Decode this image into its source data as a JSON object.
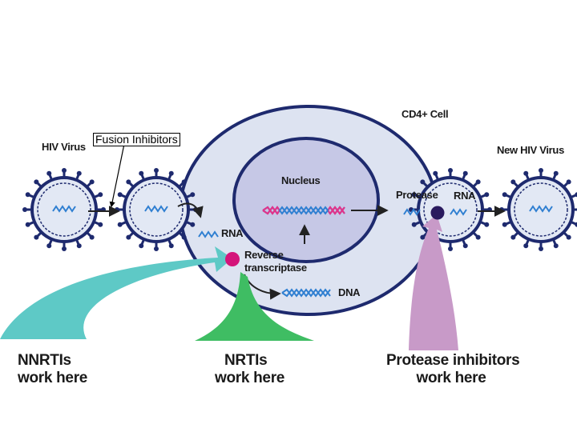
{
  "labels": {
    "hiv_virus": "HIV Virus",
    "fusion_inhibitors": "Fusion Inhibitors",
    "cd4_cell": "CD4+ Cell",
    "new_hiv_virus": "New HIV Virus",
    "nucleus": "Nucleus",
    "protease": "Protease",
    "rna_right": "RNA",
    "rna_left": "RNA",
    "reverse": "Reverse",
    "transcriptase": "transcriptase",
    "dna": "DNA",
    "nnrtis_line1": "NNRTIs",
    "nnrtis_line2": "work here",
    "nrtis_line1": "NRTIs",
    "nrtis_line2": "work here",
    "protease_inh_line1": "Protease inhibitors",
    "protease_inh_line2": "work here"
  },
  "colors": {
    "cell_fill": "#dde3f1",
    "cell_stroke": "#1e2a6e",
    "nucleus_fill": "#c6c8e6",
    "virus_fill": "#e2e8f4",
    "nnrti_arrow": "#5ec9c6",
    "nrti_arrow": "#3fbd63",
    "protease_arrow": "#c89ac8",
    "rt_dot": "#d4147a",
    "protease_dot": "#2a1a5e",
    "rna_color": "#2f7fd1",
    "dna_pink": "#e0338a",
    "dna_blue": "#2f7fd1"
  }
}
